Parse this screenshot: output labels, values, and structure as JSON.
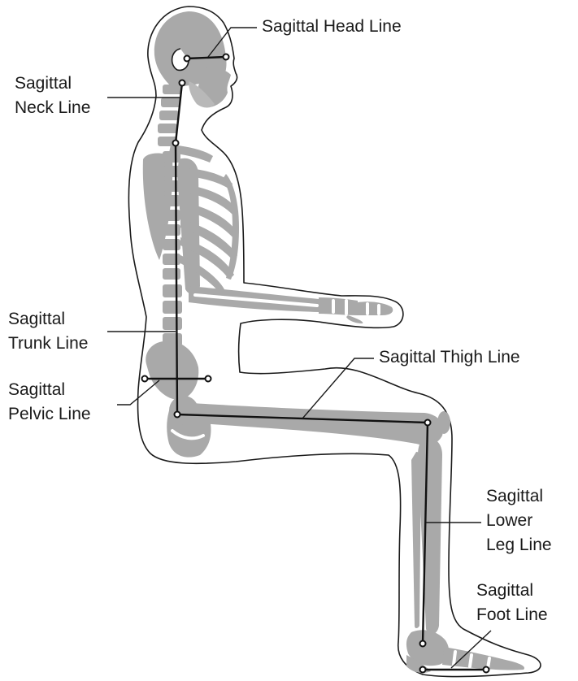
{
  "labels": {
    "head": "Sagittal Head Line",
    "neck": [
      "Sagittal",
      "Neck Line"
    ],
    "trunk": [
      "Sagittal",
      "Trunk Line"
    ],
    "pelvic": [
      "Sagittal",
      "Pelvic Line"
    ],
    "thigh": "Sagittal Thigh Line",
    "lower_leg": [
      "Sagittal",
      "Lower",
      "Leg Line"
    ],
    "foot": [
      "Sagittal",
      "Foot Line"
    ]
  }
}
